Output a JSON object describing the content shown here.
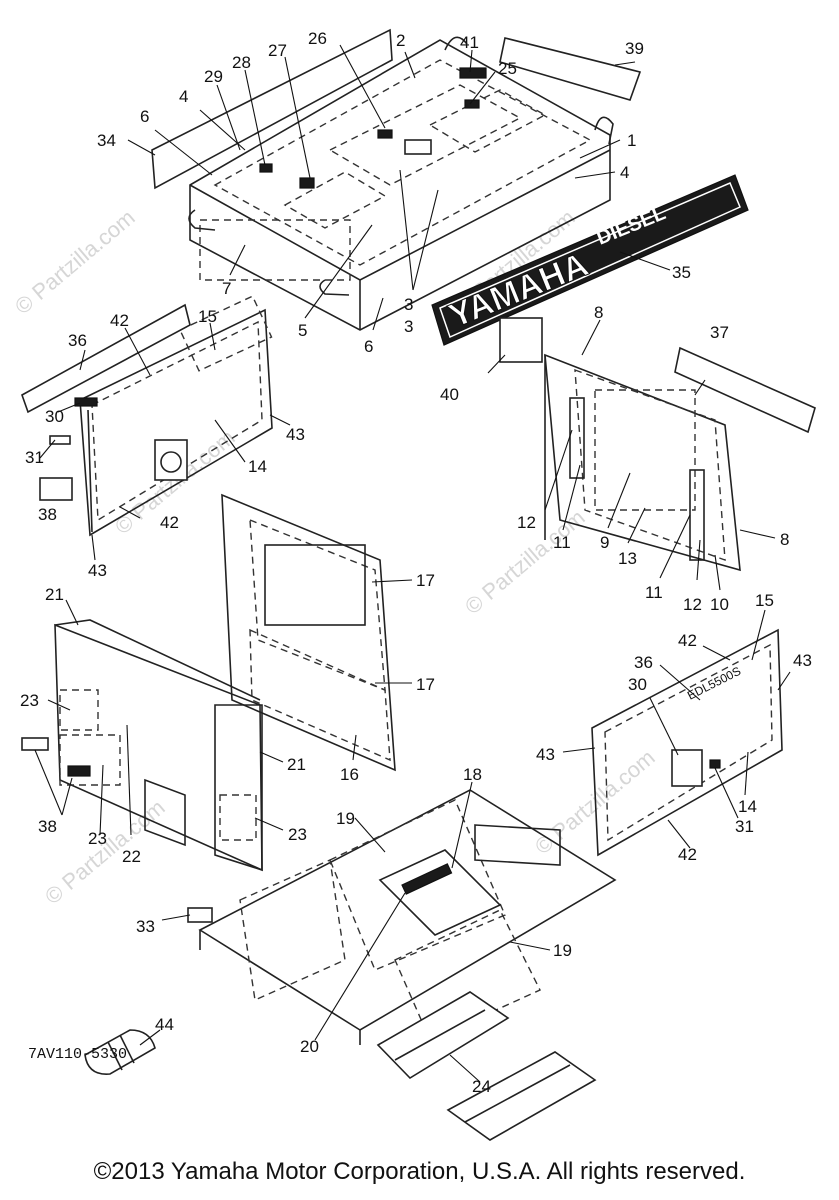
{
  "diagram_code": "7AV110-5330",
  "copyright": "©2013 Yamaha Motor Corporation, U.S.A. All rights reserved.",
  "watermark": "© Partzilla.com",
  "emblem": {
    "brand": "YAMAHA",
    "model": "DIESEL"
  },
  "panel_label": "EDL5500S",
  "callouts": [
    "1",
    "2",
    "3",
    "3",
    "4",
    "4",
    "5",
    "6",
    "6",
    "7",
    "8",
    "8",
    "9",
    "10",
    "11",
    "11",
    "12",
    "12",
    "13",
    "14",
    "14",
    "15",
    "15",
    "16",
    "17",
    "17",
    "18",
    "19",
    "19",
    "20",
    "21",
    "21",
    "22",
    "23",
    "23",
    "23",
    "24",
    "25",
    "26",
    "27",
    "28",
    "29",
    "30",
    "30",
    "31",
    "31",
    "33",
    "34",
    "35",
    "36",
    "36",
    "37",
    "38",
    "38",
    "39",
    "40",
    "41",
    "42",
    "42",
    "42",
    "42",
    "43",
    "43",
    "43",
    "43",
    "44"
  ]
}
